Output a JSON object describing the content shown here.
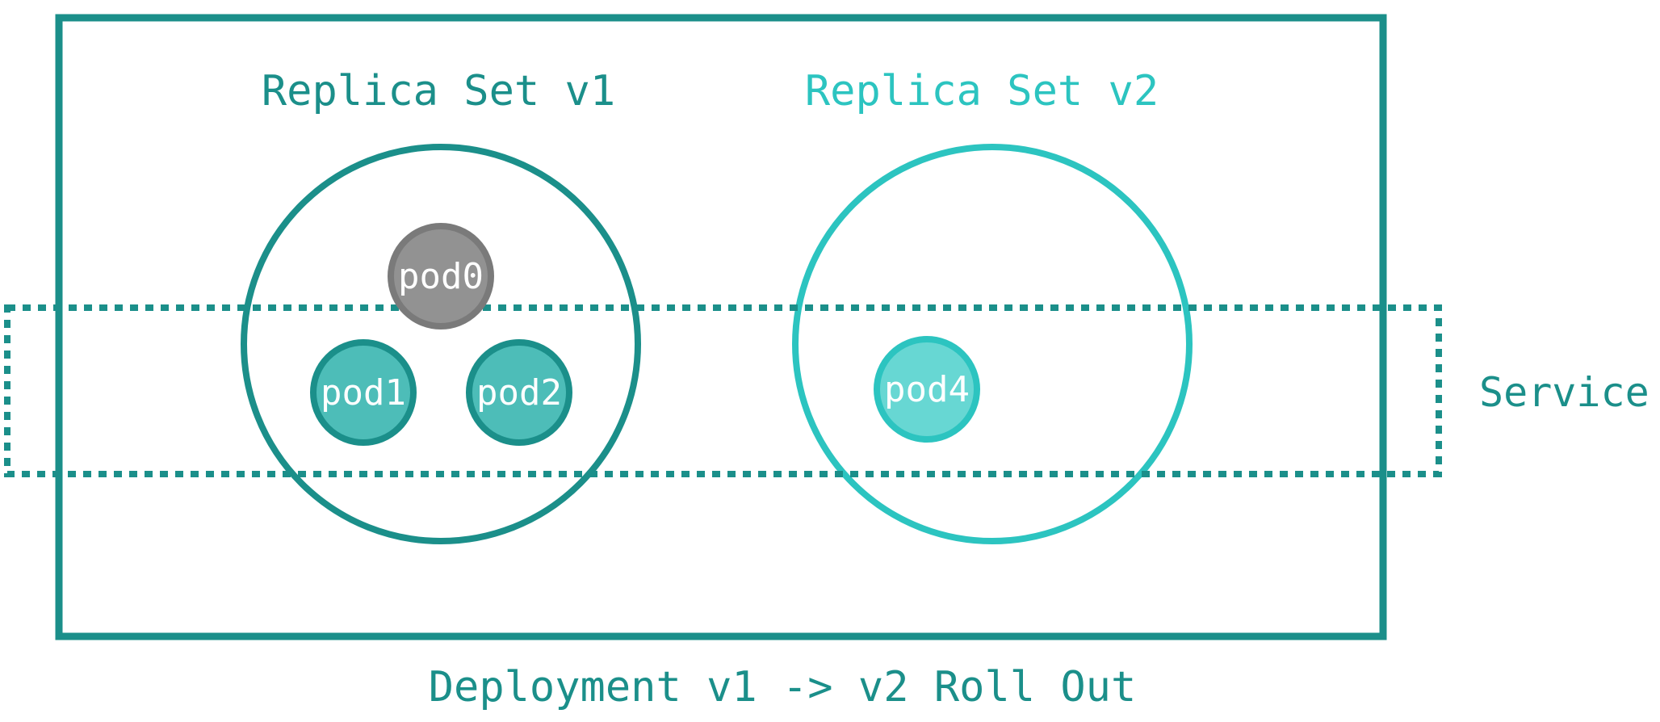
{
  "colors": {
    "dark_teal": "#1b8f8a",
    "light_teal": "#2cc4c0",
    "pod_v1_fill": "#4dbdb8",
    "pod_v2_fill": "#67d7d3",
    "pod_old_fill": "#929292",
    "pod_old_stroke": "#7a7a7a"
  },
  "deployment": {
    "label": "Deployment v1 -> v2 Roll Out"
  },
  "service": {
    "label": "Service"
  },
  "replica_sets": [
    {
      "title": "Replica Set v1",
      "pods": [
        "pod0",
        "pod1",
        "pod2"
      ]
    },
    {
      "title": "Replica Set v2",
      "pods": [
        "pod4"
      ]
    }
  ]
}
